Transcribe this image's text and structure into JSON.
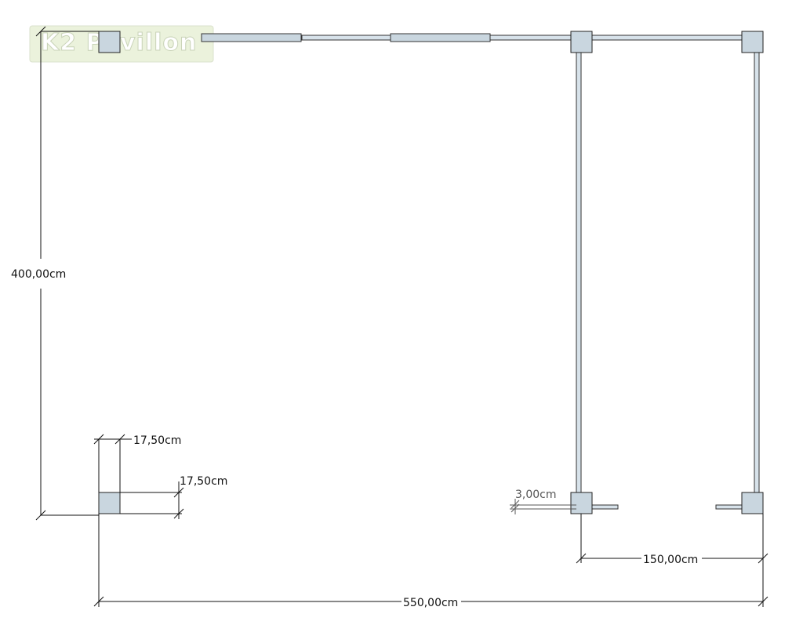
{
  "logo": {
    "text": "K2 Pavillon"
  },
  "dimensions": {
    "depth": "400,00cm",
    "post_width": "17,50cm",
    "post_depth": "17,50cm",
    "wall_offset": "3,00cm",
    "bay_width": "150,00cm",
    "total_width": "550,00cm"
  }
}
